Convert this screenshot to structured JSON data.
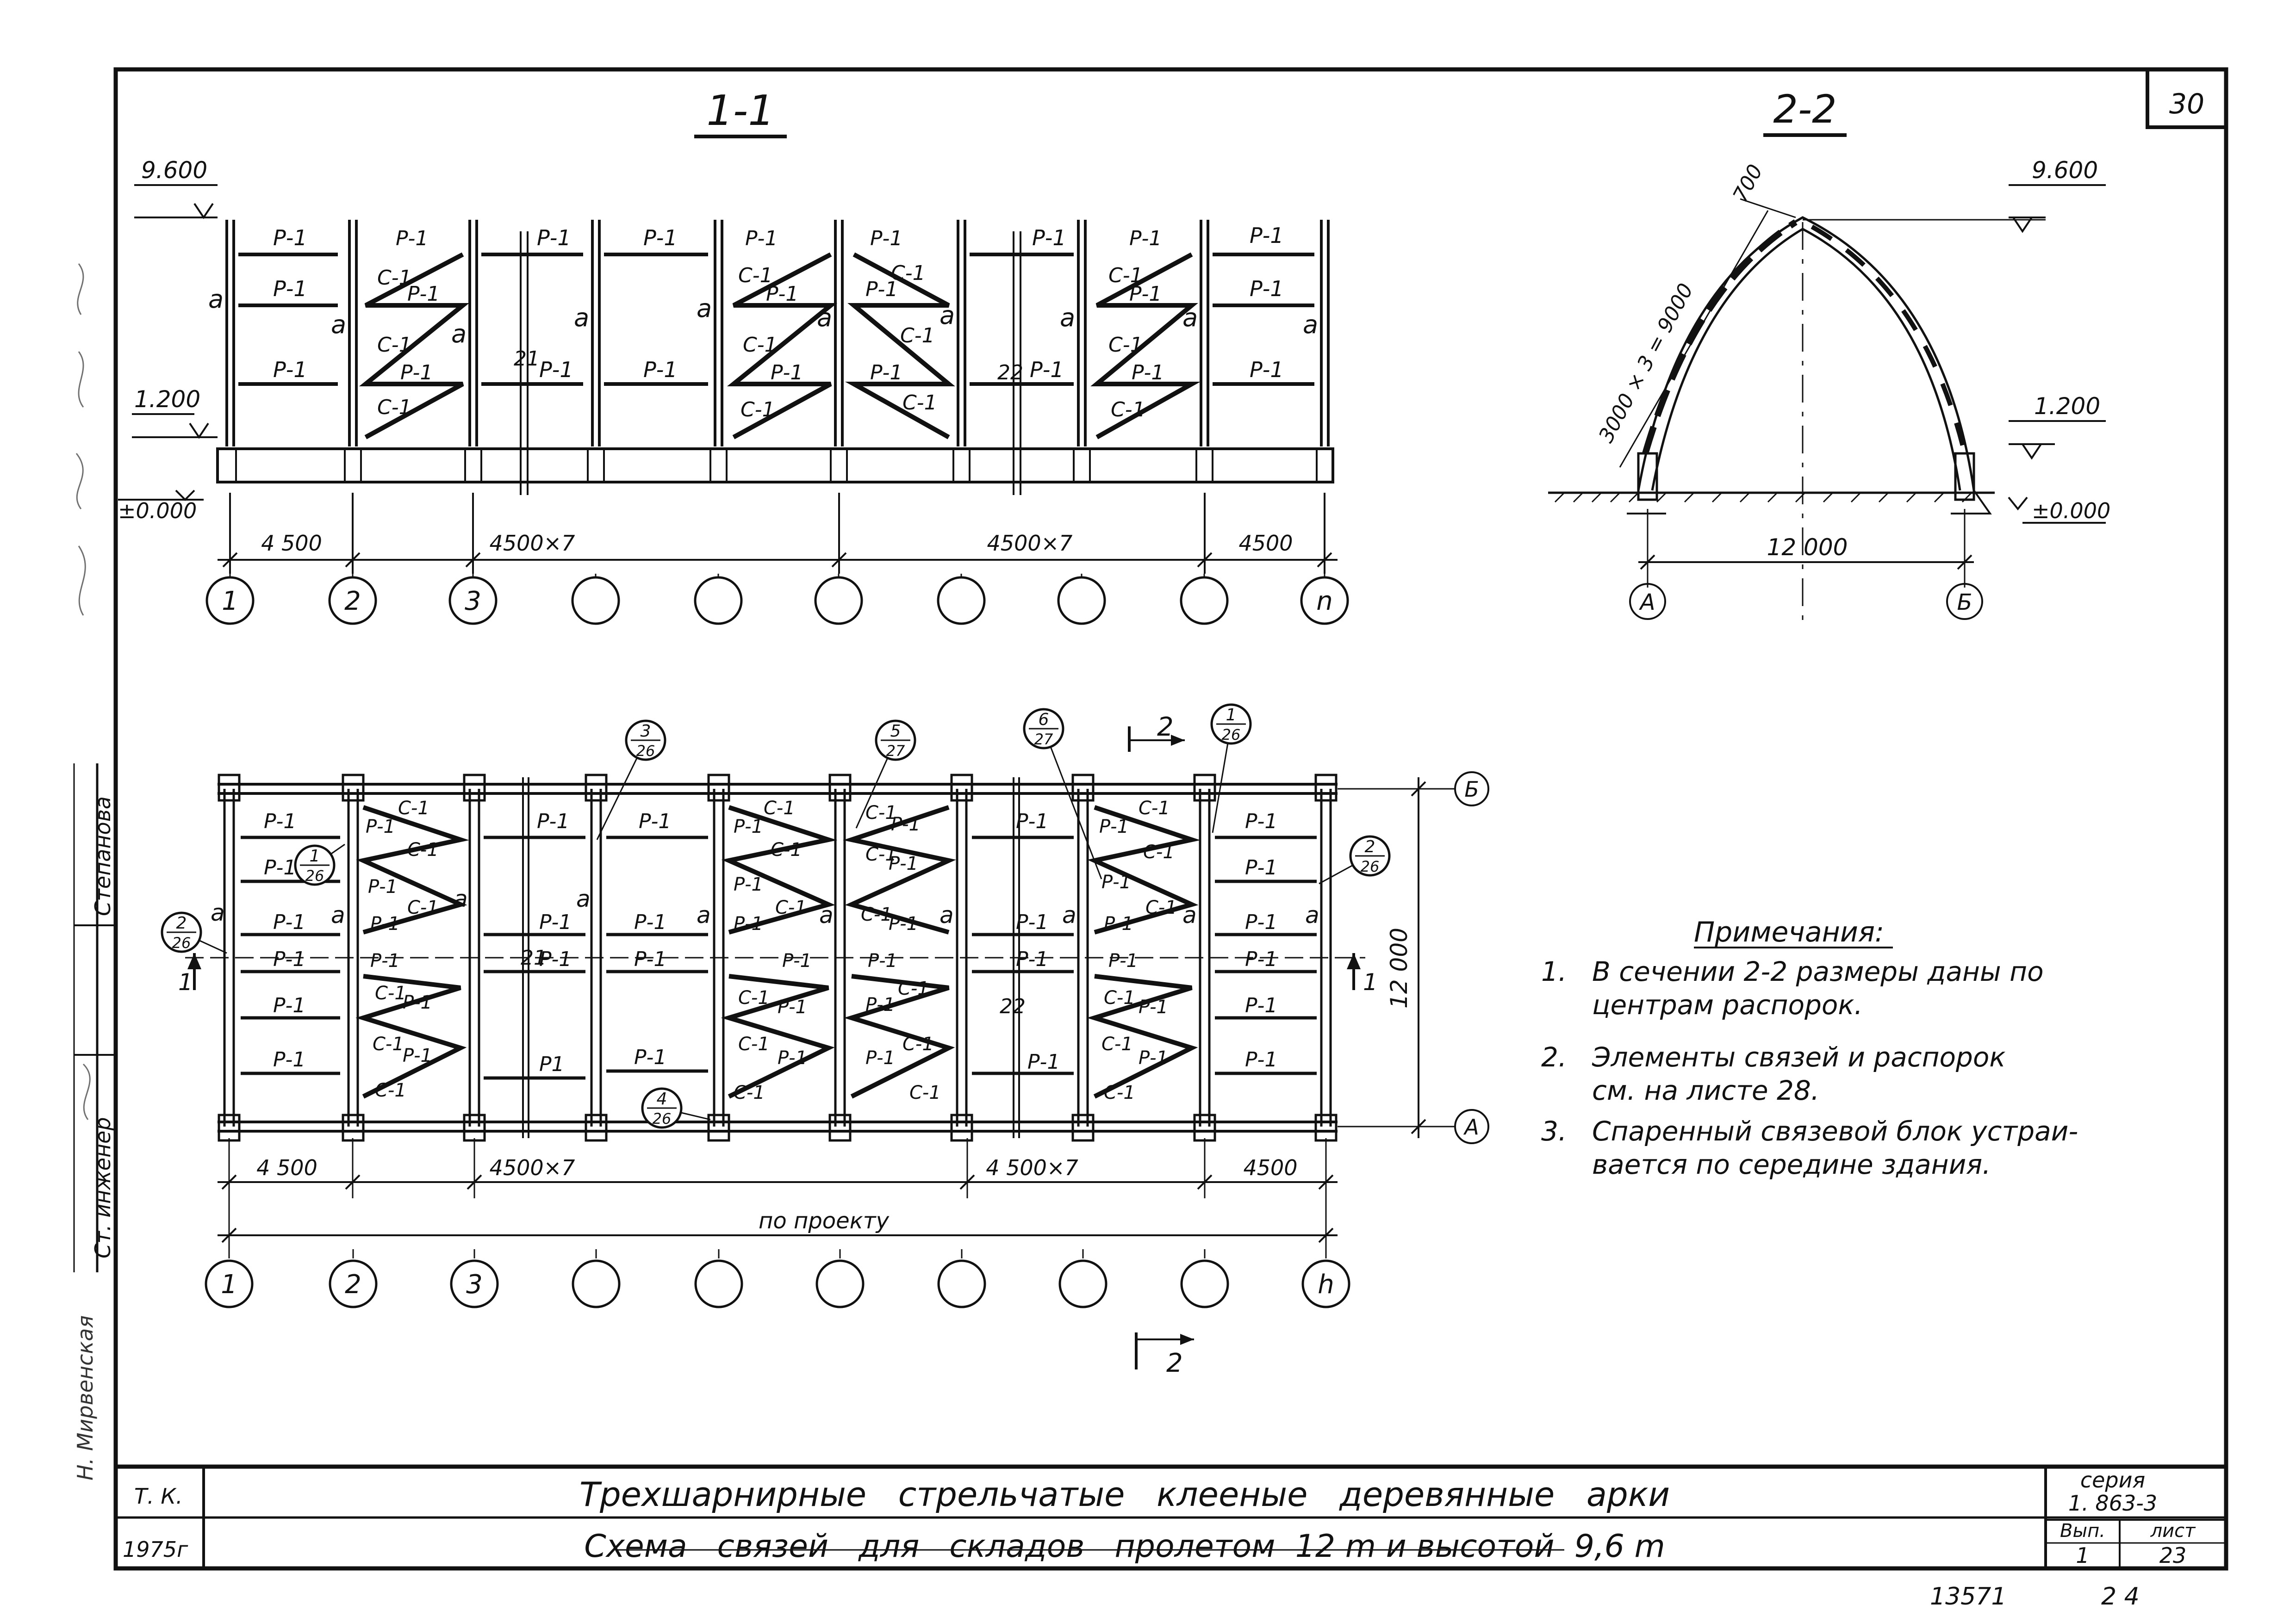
{
  "sheet_number": "30",
  "section_1_1": {
    "title": "1-1"
  },
  "section_2_2": {
    "title": "2-2"
  },
  "elevations": {
    "top": "9.600",
    "mid": "1.200",
    "zero": "±0.000"
  },
  "labels": {
    "p1": "Р-1",
    "c1": "С-1",
    "a": "а",
    "p1_alt": "Р1",
    "joint_mark": "22",
    "joint_mark2": "21"
  },
  "bay_dims": {
    "first": "4 500",
    "mid_left": "4500×7",
    "mid_right": "4500×7",
    "last": "4500",
    "plan_first": "4 500",
    "plan_mid_left": "4500×7",
    "plan_mid_right": "4 500×7",
    "plan_last": "4500",
    "overall": "по проекту"
  },
  "axes": {
    "cols": [
      "1",
      "2",
      "3",
      "",
      "",
      "",
      "",
      "",
      "",
      "n"
    ],
    "plan_cols": [
      "1",
      "2",
      "3",
      "",
      "",
      "",
      "",
      "",
      "",
      "h"
    ],
    "rows": [
      "Б",
      "А"
    ]
  },
  "arch": {
    "span": "12 000",
    "rise_dim": "700",
    "segment_dim": "3000 × 3 = 9000",
    "axis_left": "А",
    "axis_right": "Б",
    "top_level": "9.600",
    "spring_level": "1.200",
    "ground_level": "±0.000"
  },
  "plan": {
    "width_dim": "12 000",
    "section_mark": "1",
    "section_mark_2": "2",
    "callouts": [
      {
        "num": "3",
        "sheet": "26"
      },
      {
        "num": "5",
        "sheet": "27"
      },
      {
        "num": "6",
        "sheet": "27"
      },
      {
        "num": "1",
        "sheet": "26"
      },
      {
        "num": "1",
        "sheet": "26"
      },
      {
        "num": "2",
        "sheet": "26"
      },
      {
        "num": "2",
        "sheet": "26"
      },
      {
        "num": "4",
        "sheet": "26"
      }
    ]
  },
  "notes": {
    "title": "Примечания:",
    "items": [
      {
        "num": "1.",
        "lines": [
          "В сечении 2-2 размеры даны по",
          "центрам распорок."
        ]
      },
      {
        "num": "2.",
        "lines": [
          "Элементы связей и распорок",
          "см.   на    листе 28."
        ]
      },
      {
        "num": "3.",
        "lines": [
          "Спаренный    связевой   блок устраи-",
          "вается   по  середине  здания."
        ]
      }
    ]
  },
  "side_stamp": {
    "role": "Ст. инженер",
    "name": "Степанова",
    "sign_name": "Н. Мирвенская"
  },
  "title_block": {
    "org": "Т. К.",
    "year": "1975г",
    "title": "Трехшарнирные   стрельчатые   клееные   деревянные   арки",
    "subtitle": "Схема   связей   для   складов   пролетом  12 m и высотой  9,6 m",
    "series_label": "серия",
    "series": "1. 863-3",
    "issue_label": "Вып.",
    "sheet_label": "лист",
    "issue": "1",
    "sheet": "23",
    "footer_left": "13571",
    "footer_right": "2 4"
  }
}
